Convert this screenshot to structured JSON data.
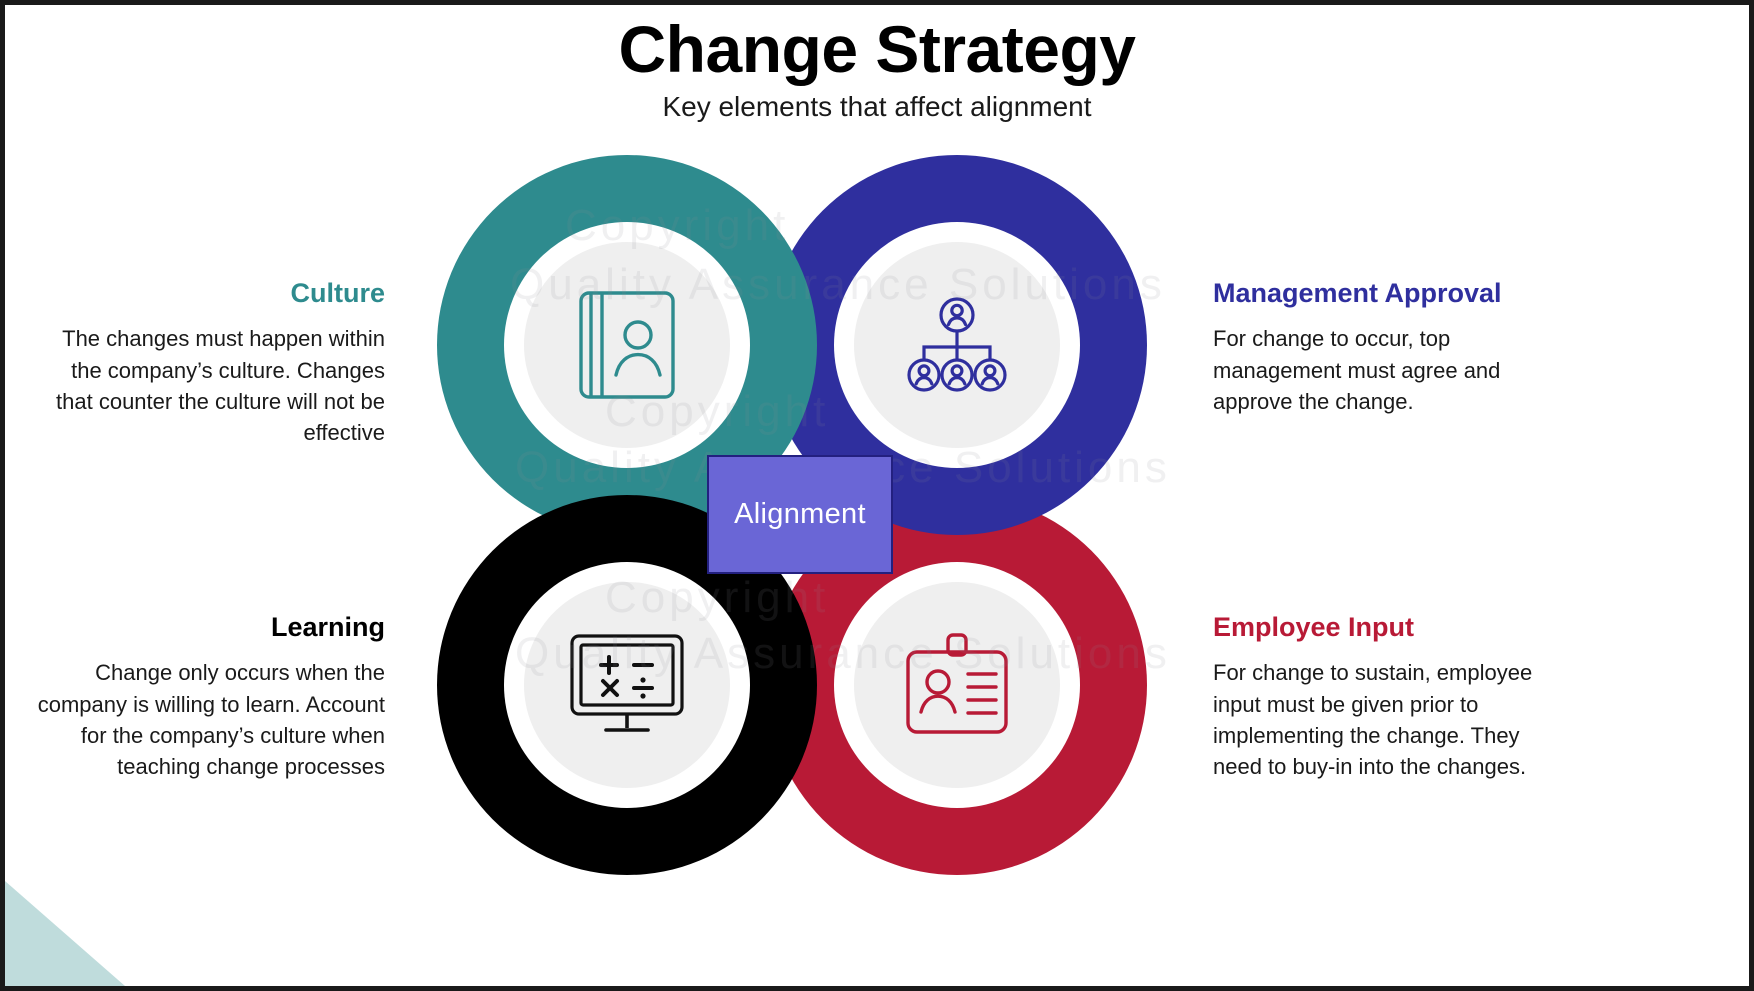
{
  "header": {
    "title": "Change Strategy",
    "subtitle": "Key elements that affect alignment"
  },
  "center": {
    "label": "Alignment",
    "fill": "#6a66d6",
    "border": "#232080"
  },
  "watermark": {
    "line1": "Copyright",
    "line2": "Quality Assurance Solutions",
    "line3": "Copyright",
    "line4": "Quality Assurance Solutions",
    "line5": "Copyright",
    "line6": "Quality Assurance Solutions"
  },
  "segments": [
    {
      "key": "culture",
      "heading": "Culture",
      "body": "The changes must happen within the company’s culture. Changes that counter the culture will not be effective",
      "color": "#2e8b8e",
      "icon": "address-book-person-icon",
      "position": "top-left"
    },
    {
      "key": "management_approval",
      "heading": "Management Approval",
      "body": "For change to occur, top management must agree and approve the change.",
      "color": "#2f2f9e",
      "icon": "org-chart-icon",
      "position": "top-right"
    },
    {
      "key": "learning",
      "heading": "Learning",
      "body": "Change only occurs when the company is willing to learn. Account for the company’s culture when teaching change processes",
      "color": "#000000",
      "icon": "math-whiteboard-icon",
      "position": "bottom-left"
    },
    {
      "key": "employee_input",
      "heading": "Employee Input",
      "body": "For change to sustain, employee input must be given prior to implementing the change. They need to buy-in into the changes.",
      "color": "#b81a36",
      "icon": "id-badge-icon",
      "position": "bottom-right"
    }
  ]
}
